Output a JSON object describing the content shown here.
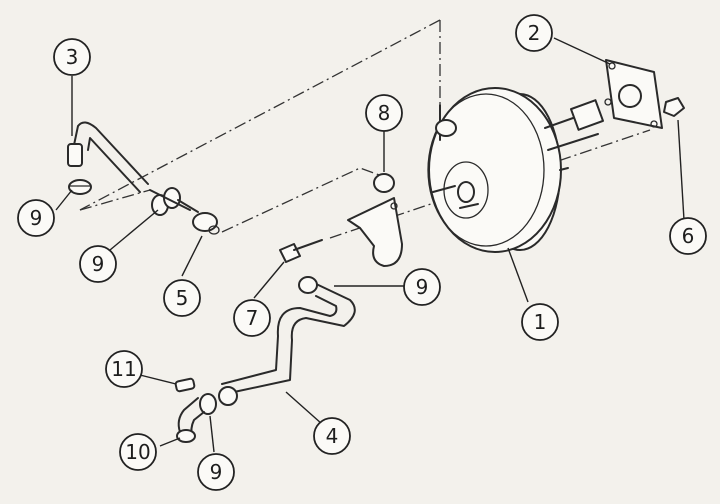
{
  "callouts": {
    "c1": "1",
    "c2": "2",
    "c3": "3",
    "c4": "4",
    "c5": "5",
    "c6": "6",
    "c7": "7",
    "c8": "8",
    "c9a": "9",
    "c9b": "9",
    "c9c": "9",
    "c9d": "9",
    "c10": "10",
    "c11": "11"
  }
}
